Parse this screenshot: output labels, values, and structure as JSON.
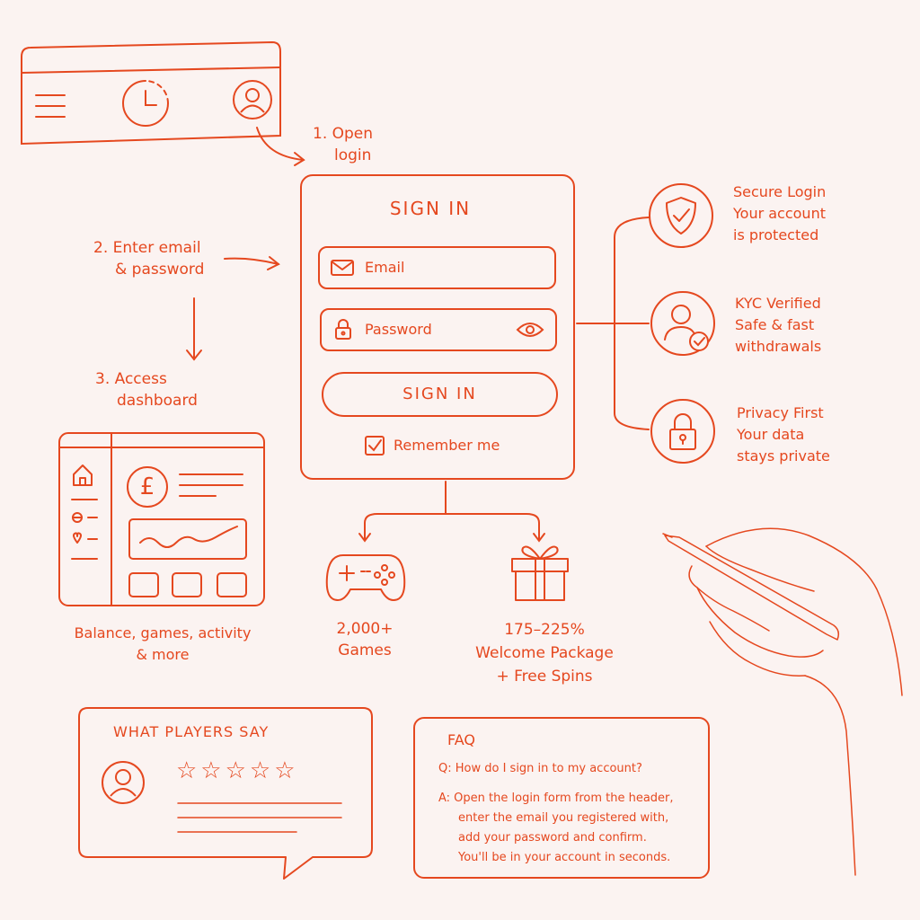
{
  "steps": {
    "step1": [
      "1. Open",
      "login"
    ],
    "step2": [
      "2. Enter email",
      "& password"
    ],
    "step3": [
      "3. Access",
      "dashboard"
    ]
  },
  "login": {
    "title": "SIGN IN",
    "email_placeholder": "Email",
    "password_placeholder": "Password",
    "submit_label": "SIGN IN",
    "remember_label": "Remember me"
  },
  "features": [
    {
      "title": "Secure Login",
      "lines": [
        "Your account",
        "is protected"
      ],
      "icon": "shield-check-icon"
    },
    {
      "title": "KYC Verified",
      "lines": [
        "Safe & fast",
        "withdrawals"
      ],
      "icon": "user-check-icon"
    },
    {
      "title": "Privacy First",
      "lines": [
        "Your data",
        "stays private"
      ],
      "icon": "lock-icon"
    }
  ],
  "dashboard": {
    "caption": [
      "Balance, games, activity",
      "& more"
    ],
    "currency_symbol": "£"
  },
  "offers": {
    "games": [
      "2,000+",
      "Games"
    ],
    "welcome": [
      "175–225%",
      "Welcome Package",
      "+ Free Spins"
    ]
  },
  "testimonial": {
    "heading": "WHAT PLAYERS SAY",
    "stars": "☆☆☆☆☆"
  },
  "faq": {
    "heading": "FAQ",
    "question": "Q: How do I sign in to my account?",
    "answer": [
      "A: Open the login form from the header,",
      "enter the email you registered with,",
      "add your password and confirm.",
      "You'll be in your account in seconds."
    ]
  },
  "colors": {
    "accent": "#e5481f",
    "background": "#fbf3f1"
  }
}
